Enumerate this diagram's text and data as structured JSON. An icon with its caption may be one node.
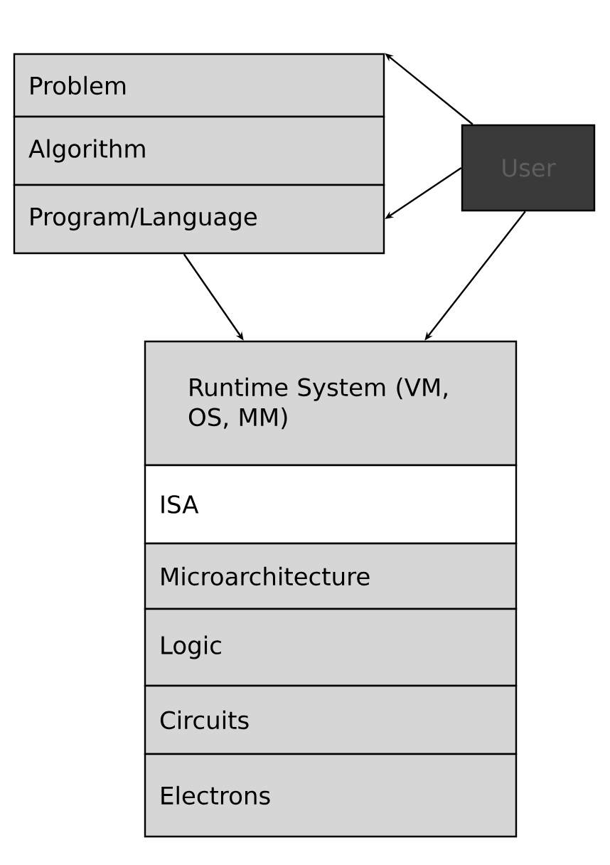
{
  "diagram": {
    "nodes": [
      {
        "text": [
          "Problem"
        ]
      },
      {
        "text": [
          "Algorithm"
        ]
      },
      {
        "text": [
          "Program/Language"
        ]
      },
      {
        "text": [
          "User"
        ]
      },
      {
        "text": [
          "Runtime System (VM, OS, MM)"
        ]
      },
      {
        "text": [
          "ISA"
        ]
      },
      {
        "text": [
          "Microarchitecture"
        ]
      },
      {
        "text": [
          "Logic"
        ]
      },
      {
        "text": [
          "Circuits"
        ]
      },
      {
        "text": [
          "Electrons"
        ]
      }
    ],
    "edges": [
      {
        "from": 3,
        "to": 0,
        "arrow": "to"
      },
      {
        "from": 3,
        "to": 2,
        "arrow": "to"
      },
      {
        "from": 2,
        "to": 4,
        "arrow": "to"
      },
      {
        "from": 3,
        "to": 4,
        "arrow": "to"
      }
    ]
  }
}
